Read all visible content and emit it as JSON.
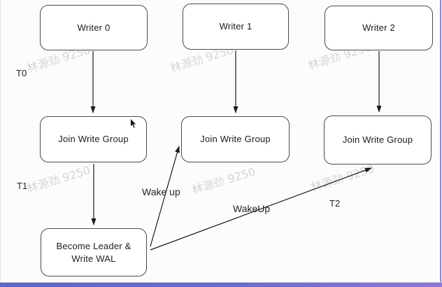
{
  "diagram": {
    "nodes": {
      "writer0": {
        "label": "Writer 0"
      },
      "writer1": {
        "label": "Writer 1"
      },
      "writer2": {
        "label": "Writer 2"
      },
      "join_write_group_0": {
        "label": "Join Write Group"
      },
      "join_write_group_1": {
        "label": "Join Write Group"
      },
      "join_write_group_2": {
        "label": "Join Write Group"
      },
      "become_leader": {
        "label": "Become Leader &\nWrite WAL"
      }
    },
    "time_labels": {
      "t0": "T0",
      "t1": "T1",
      "t2": "T2"
    },
    "edge_labels": {
      "wake_up": "Wake up",
      "wakeup": "WakeUp"
    },
    "edges": [
      "Writer 0 -> Join Write Group",
      "Writer 1 -> Join Write Group",
      "Writer 2 -> Join Write Group",
      "Join Write Group -> Become Leader & Write WAL",
      "Become Leader & Write WAL -> Join Write Group (Wake up)",
      "Become Leader & Write WAL -> Join Write Group (WakeUp)"
    ]
  },
  "watermark": {
    "text": "林源劲 9250"
  },
  "colors": {
    "background": "#fcfcfd",
    "box_border": "#4a4a4a",
    "arrow": "#1a1a1a",
    "bottom_bar_left": "#5b65cb",
    "bottom_bar_right": "#8e77d8",
    "right_border": "#8987d3",
    "watermark": "#b7b7b7"
  }
}
